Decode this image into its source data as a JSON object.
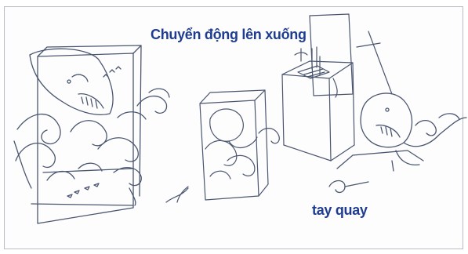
{
  "labels": {
    "motion_caption": "Chuyển động lên xuống",
    "crank_caption": "tay quay"
  },
  "colors": {
    "caption": "#1f3d8f",
    "sketch_line": "#4a5670",
    "frame_border": "#b8bcc4"
  },
  "sketches": [
    "whale-in-waves-box-sketch",
    "small-whale-box-sketch",
    "crank-mechanism-box-sketch",
    "whale-with-crank-handle-sketch"
  ]
}
